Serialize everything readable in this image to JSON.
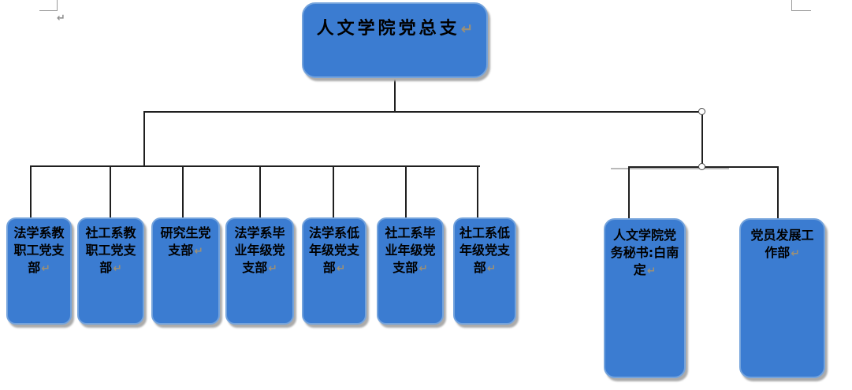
{
  "document": {
    "pilcrow": "↵"
  },
  "org_chart": {
    "title": "人文学院党总支",
    "root": {
      "label": "人文学院党总支"
    },
    "branches_left": [
      {
        "label": "法学系教职工党支部"
      },
      {
        "label": "社工系教职工党支部"
      },
      {
        "label": "研究生党支部"
      },
      {
        "label": "法学系毕业年级党支部"
      },
      {
        "label": "法学系低年级党支部"
      },
      {
        "label": "社工系毕业年级党支部"
      },
      {
        "label": "社工系低年级党支部"
      }
    ],
    "branches_right": [
      {
        "label": "人文学院党务秘书:白南定"
      },
      {
        "label": "党员发展工作部"
      }
    ],
    "colors": {
      "box_fill": "#3b7cd1",
      "box_border": "#74a3dc",
      "connector": "#1f1f1f",
      "shadow": "#ababab",
      "text": "#000000",
      "pilcrow": "#9c9076",
      "margin_marks": "#9b9b9b"
    }
  }
}
